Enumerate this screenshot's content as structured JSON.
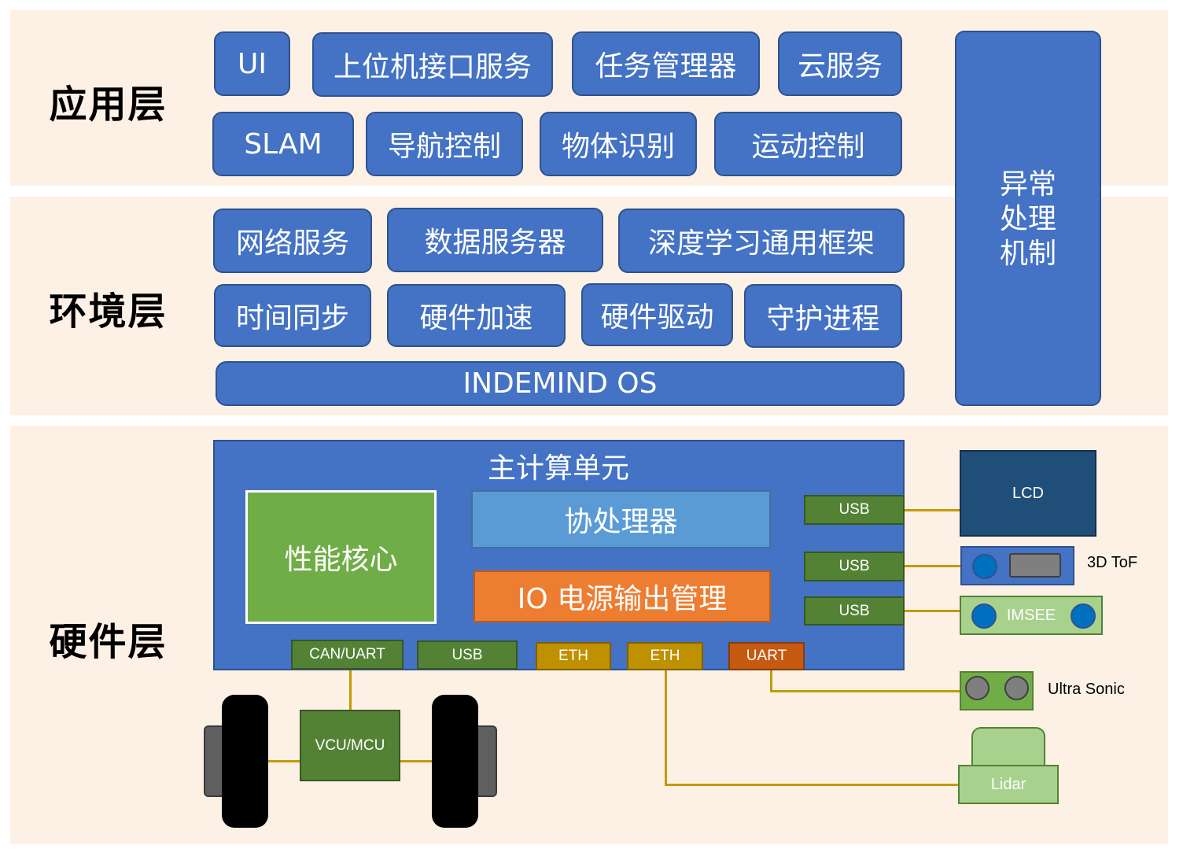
{
  "layers": {
    "application": {
      "title": "应用层",
      "row1": [
        "UI",
        "上位机接口服务",
        "任务管理器",
        "云服务"
      ],
      "row2": [
        "SLAM",
        "导航控制",
        "物体识别",
        "运动控制"
      ]
    },
    "environment": {
      "title": "环境层",
      "row1": [
        "网络服务",
        "数据服务器",
        "深度学习通用框架"
      ],
      "row2": [
        "时间同步",
        "硬件加速",
        "硬件驱动",
        "守护进程"
      ],
      "os": "INDEMIND OS"
    },
    "hardware": {
      "title": "硬件层"
    }
  },
  "exception": {
    "lines": [
      "异常",
      "处理",
      "机制"
    ]
  },
  "main_unit": {
    "title": "主计算单元",
    "core": "性能核心",
    "coprocessor": "协处理器",
    "io_power": "IO 电源输出管理",
    "right_ports": [
      "USB",
      "USB",
      "USB"
    ],
    "bottom_ports": [
      "CAN/UART",
      "USB",
      "ETH",
      "ETH",
      "UART"
    ]
  },
  "devices": {
    "lcd": "LCD",
    "tof": "3D ToF",
    "imsee": "IMSEE",
    "ultrasonic": "Ultra Sonic",
    "lidar": "Lidar",
    "vcu": "VCU/MCU"
  },
  "colors": {
    "band": "#fdf1e6",
    "box_blue": "#4472c4",
    "core_green": "#70ad47",
    "coprocessor_blue": "#5b9bd5",
    "io_orange": "#ed7d31",
    "port_green": "#548235",
    "port_gold": "#bf9000",
    "port_orange": "#c55a11",
    "wire_gold": "#c49a00",
    "lcd_navy": "#1f4e79",
    "device_lightgreen": "#a9d18e"
  }
}
